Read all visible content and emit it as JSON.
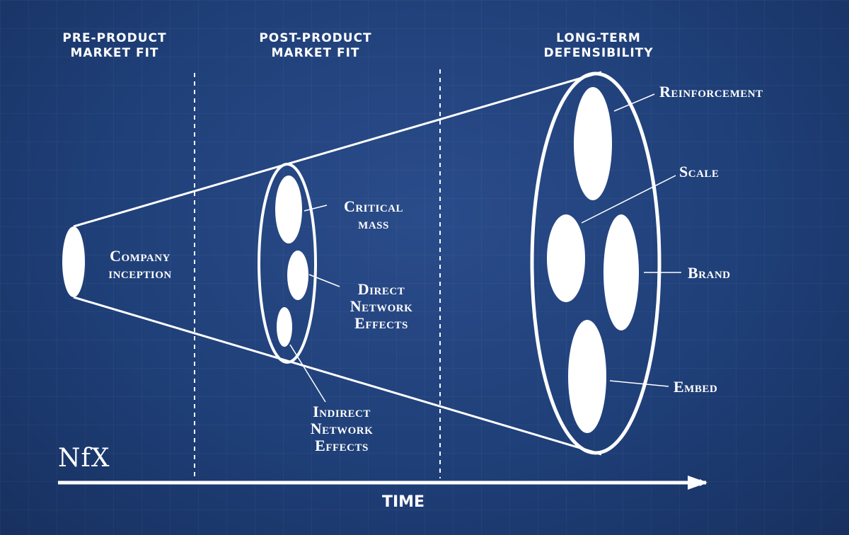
{
  "phases": {
    "pre_pmf": "PRE-PRODUCT\nMARKET FIT",
    "post_pmf": "POST-PRODUCT\nMARKET FIT",
    "long_term": "LONG-TERM\nDEFENSIBILITY"
  },
  "labels": {
    "company_inception": "Company\ninception",
    "critical_mass": "Critical\nmass",
    "direct_network_effects": "Direct\nNetwork\nEffects",
    "indirect_network_effects": "Indirect\nNetwork\nEffects",
    "reinforcement": "Reinforcement",
    "scale": "Scale",
    "brand": "Brand",
    "embed": "Embed"
  },
  "axis": {
    "time": "TIME"
  },
  "logo": "NfX",
  "colors": {
    "background": "#1f3f78",
    "line": "#ffffff"
  }
}
